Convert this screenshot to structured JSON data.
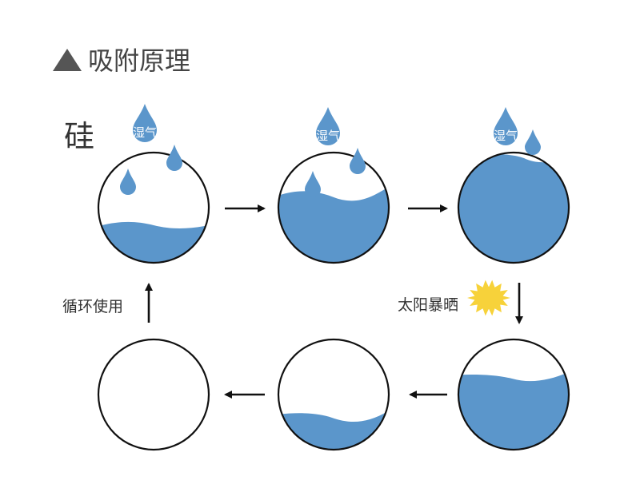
{
  "title": "吸附原理",
  "material_label": "硅",
  "moisture_label": "湿气",
  "reuse_label": "循环使用",
  "sun_label": "太阳暴晒",
  "colors": {
    "water": "#5b96cb",
    "outline": "#111111",
    "arrow": "#111111",
    "sun": "#f7d23a",
    "title_text": "#444444"
  },
  "stages": [
    {
      "name": "stage-1",
      "fill_level": 0.35
    },
    {
      "name": "stage-2",
      "fill_level": 0.65
    },
    {
      "name": "stage-3",
      "fill_level": 0.95
    },
    {
      "name": "stage-4",
      "fill_level": 0.65
    },
    {
      "name": "stage-5",
      "fill_level": 0.3
    },
    {
      "name": "stage-6",
      "fill_level": 0.0
    }
  ]
}
